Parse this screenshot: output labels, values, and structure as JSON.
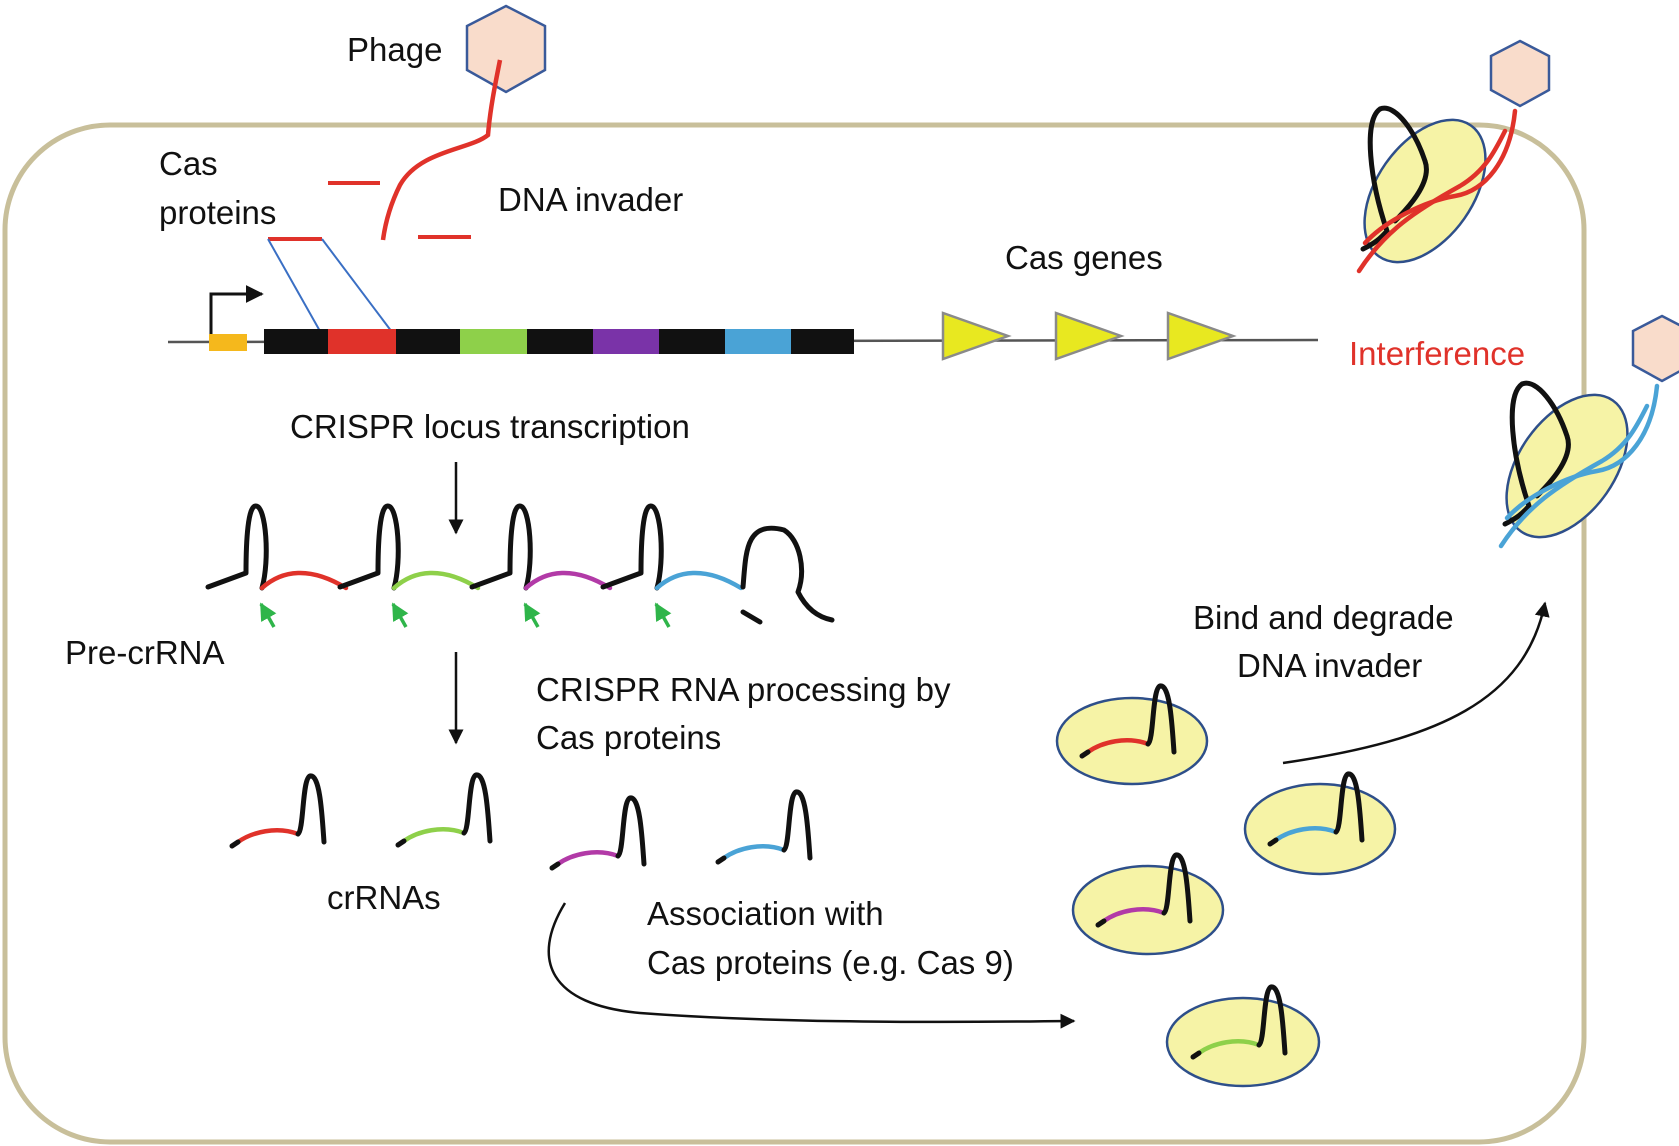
{
  "colors": {
    "cell_border": "#c8bf9a",
    "repeat": "#111111",
    "spacer_red": "#e0322a",
    "spacer_green": "#8ed04a",
    "spacer_purple": "#7a33a8",
    "spacer_blue": "#4aa3d6",
    "spacer_magenta": "#b23aa7",
    "leader": "#f5b81c",
    "cas_gene": "#e8e820",
    "cas_protein": "#f6f3a6",
    "protein_border": "#2e4f8a",
    "phage_fill": "#f9dccb",
    "phage_border": "#3a5a9a",
    "green_arrow": "#2fb54a",
    "interference": "#e0322a",
    "text": "#111111"
  },
  "labels": {
    "phage": "Phage",
    "cas_proteins": [
      "Cas",
      "proteins"
    ],
    "dna_invader": "DNA invader",
    "cas_genes": "Cas genes",
    "interference": "Interference",
    "transcription": "CRISPR locus transcription",
    "pre_crrna": "Pre-crRNA",
    "processing": [
      "CRISPR RNA processing by",
      "Cas proteins"
    ],
    "crrnas": "crRNAs",
    "association": [
      "Association with",
      "Cas proteins (e.g. Cas 9)"
    ],
    "bind_degrade": [
      "Bind and degrade",
      "DNA invader"
    ]
  },
  "crispr_array": {
    "segments": [
      "repeat",
      "spacer_red",
      "repeat",
      "spacer_green",
      "repeat",
      "spacer_purple",
      "repeat",
      "spacer_blue",
      "repeat"
    ]
  },
  "pre_crrna_spacers": [
    "spacer_red",
    "spacer_green",
    "spacer_magenta",
    "spacer_blue"
  ],
  "crrna_spacers": [
    "spacer_red",
    "spacer_green",
    "spacer_magenta",
    "spacer_blue"
  ],
  "complex_spacers": [
    "spacer_red",
    "spacer_blue",
    "spacer_magenta",
    "spacer_green"
  ],
  "interference_spacers": [
    "spacer_red",
    "spacer_blue"
  ]
}
